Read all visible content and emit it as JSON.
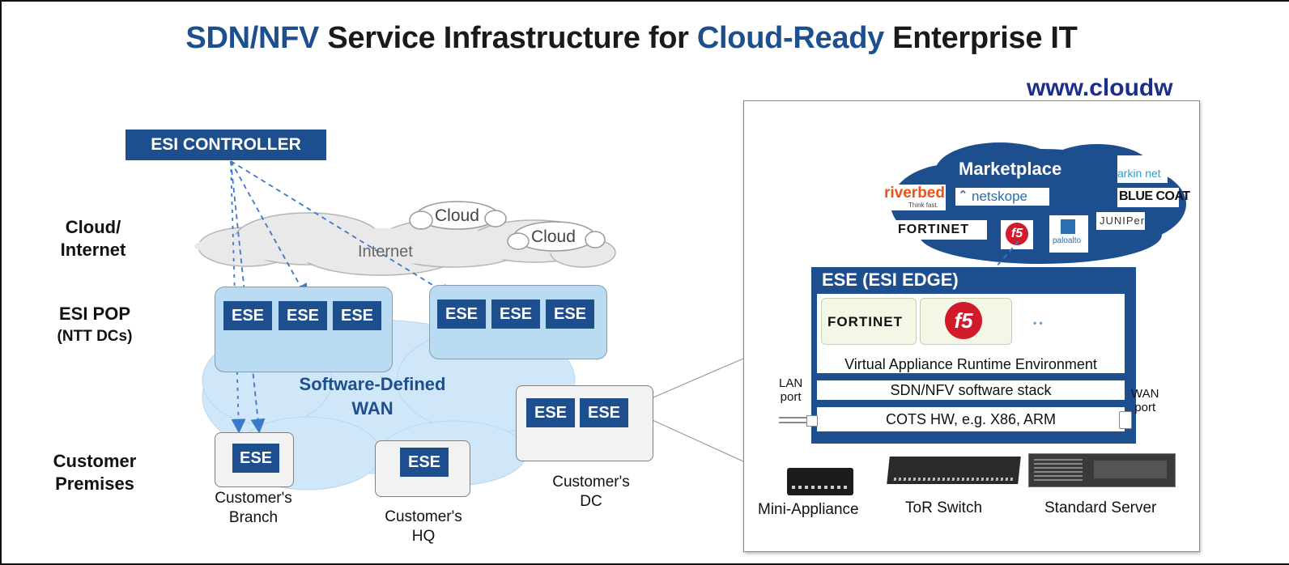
{
  "title": {
    "part1": "SDN/NFV",
    "part2": " Service Infrastructure for ",
    "part3": "Cloud-Ready",
    "part4": " Enterprise IT"
  },
  "url": "www.cloudw",
  "row_labels": {
    "cloud_line1": "Cloud/",
    "cloud_line2": "Internet",
    "pop_line1": "ESI POP",
    "pop_line2": "(NTT DCs)",
    "prem_line1": "Customer",
    "prem_line2": "Premises"
  },
  "controller": "ESI CONTROLLER",
  "clouds": {
    "cloud1": "Cloud",
    "cloud2": "Cloud",
    "internet": "Internet"
  },
  "ese_label": "ESE",
  "sdwan": {
    "line1": "Software-Defined",
    "line2": "WAN"
  },
  "premises": {
    "branch_line1": "Customer's",
    "branch_line2": "Branch",
    "hq_line1": "Customer's",
    "hq_line2": "HQ",
    "dc_line1": "Customer's",
    "dc_line2": "DC"
  },
  "marketplace": {
    "title": "Marketplace",
    "logos": {
      "riverbed": "riverbed",
      "riverbed_tag": "Think fast.",
      "netskope": "netskope",
      "arkin": "arkin net",
      "bluecoat": "BLUE COAT",
      "fortinet": "FORTINET",
      "f5": "f5",
      "paloalto": "paloalto",
      "juniper": "JUNIPer"
    }
  },
  "ese_edge": {
    "title": "ESE (ESI EDGE)",
    "va_fortinet": "FORTINET",
    "va_f5": "f5",
    "va_more": "• •",
    "runtime": "Virtual Appliance Runtime Environment",
    "stack": "SDN/NFV software stack",
    "hw": "COTS HW, e.g. X86, ARM",
    "lan_port_line1": "LAN",
    "lan_port_line2": "port",
    "wan_port_line1": "WAN",
    "wan_port_line2": "port"
  },
  "hardware": {
    "mini": "Mini-Appliance",
    "tor": "ToR Switch",
    "server": "Standard Server"
  }
}
